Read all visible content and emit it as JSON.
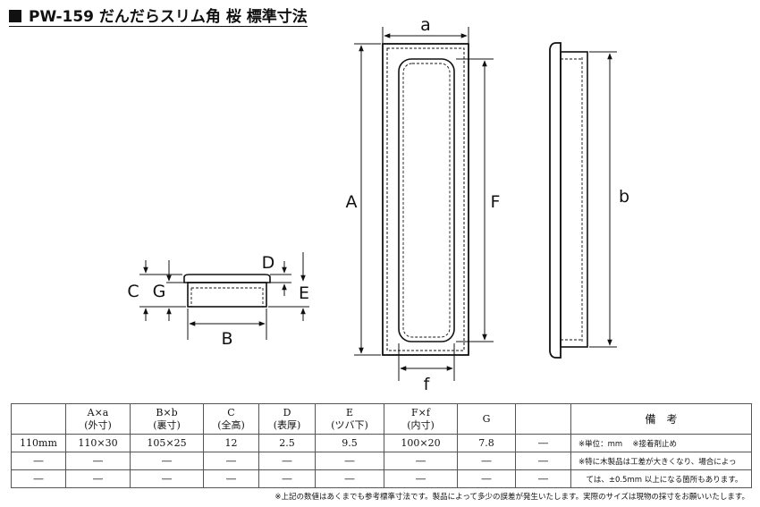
{
  "title": "PW-159 だんだらスリム角 桜 標準寸法",
  "labels": {
    "a": "a",
    "A": "A",
    "F": "F",
    "b": "b",
    "f": "f",
    "B": "B",
    "C": "C",
    "G": "G",
    "D": "D",
    "E": "E"
  },
  "table": {
    "headers": [
      {
        "l1": "",
        "l2": ""
      },
      {
        "l1": "A×a",
        "l2": "(外寸)"
      },
      {
        "l1": "B×b",
        "l2": "(裏寸)"
      },
      {
        "l1": "C",
        "l2": "(全高)"
      },
      {
        "l1": "D",
        "l2": "(表厚)"
      },
      {
        "l1": "E",
        "l2": "(ツバ下)"
      },
      {
        "l1": "F×f",
        "l2": "(内寸)"
      },
      {
        "l1": "G",
        "l2": ""
      },
      {
        "l1": "",
        "l2": ""
      },
      {
        "l1": "備　考",
        "l2": ""
      }
    ],
    "rows": [
      [
        "110mm",
        "110×30",
        "105×25",
        "12",
        "2.5",
        "9.5",
        "100×20",
        "7.8",
        "―"
      ],
      [
        "―",
        "―",
        "―",
        "―",
        "―",
        "―",
        "―",
        "―",
        "―"
      ],
      [
        "―",
        "―",
        "―",
        "―",
        "―",
        "―",
        "―",
        "―",
        "―"
      ]
    ],
    "notes": [
      "※単位：mm　 ※接着剤止め",
      "※特に木製品は工差が大きくなり、場合によっ",
      "　ては、±0.5mm 以上になる箇所もあります。"
    ]
  },
  "footnote": "※上記の数値はあくまでも参考標準寸法です。製品によって多少の誤差が発生いたします。実際のサイズは現物の採寸をお願いいたします。"
}
